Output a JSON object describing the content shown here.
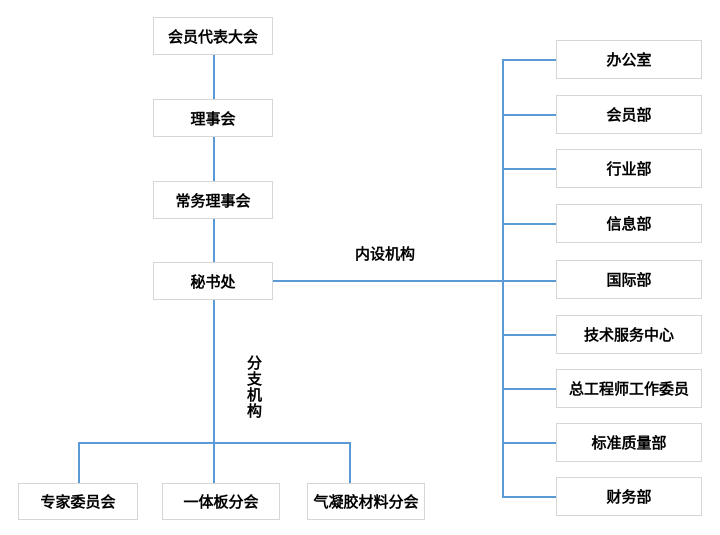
{
  "org": {
    "main_chain": [
      "会员代表大会",
      "理事会",
      "常务理事会",
      "秘书处"
    ],
    "internal_label": "内设机构",
    "branch_label": "分支机构",
    "internal_departments": [
      "办公室",
      "会员部",
      "行业部",
      "信息部",
      "国际部",
      "技术服务中心",
      "总工程师工作委员",
      "标准质量部",
      "财务部"
    ],
    "branches": [
      "专家委员会",
      "一体板分会",
      "气凝胶材料分会"
    ]
  },
  "colors": {
    "line": "#5B9BD5",
    "box_border": "#D6D6D6",
    "text": "#000000",
    "background": "#FFFFFF"
  }
}
